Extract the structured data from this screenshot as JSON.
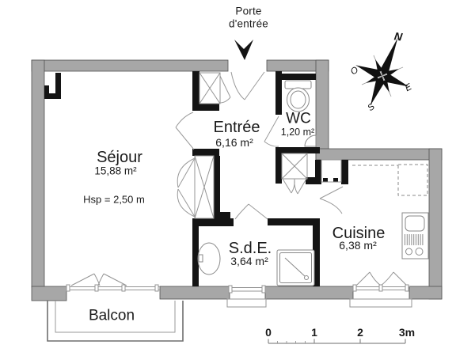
{
  "plan": {
    "entry": {
      "label_line1": "Porte",
      "label_line2": "d'entrée"
    },
    "rooms": {
      "sejour": {
        "name": "Séjour",
        "area": "15,88 m²",
        "ceiling": "Hsp = 2,50 m"
      },
      "entree": {
        "name": "Entrée",
        "area": "6,16 m²"
      },
      "wc": {
        "name": "WC",
        "area": "1,20 m²"
      },
      "sde": {
        "name": "S.d.E.",
        "area": "3,64 m²"
      },
      "cuisine": {
        "name": "Cuisine",
        "area": "6,38 m²"
      },
      "balcon": {
        "name": "Balcon"
      }
    },
    "compass": {
      "north": "N",
      "west": "O",
      "east": "E",
      "south": "S"
    },
    "scale_bar": {
      "labels": [
        "0",
        "1",
        "2",
        "3m"
      ]
    },
    "colors": {
      "wall_gray": "#a7a7a7",
      "wall_outline": "#515151",
      "wall_black": "#141414",
      "thin_line": "#949494",
      "text": "#1b1b1b",
      "background": "#ffffff"
    }
  }
}
